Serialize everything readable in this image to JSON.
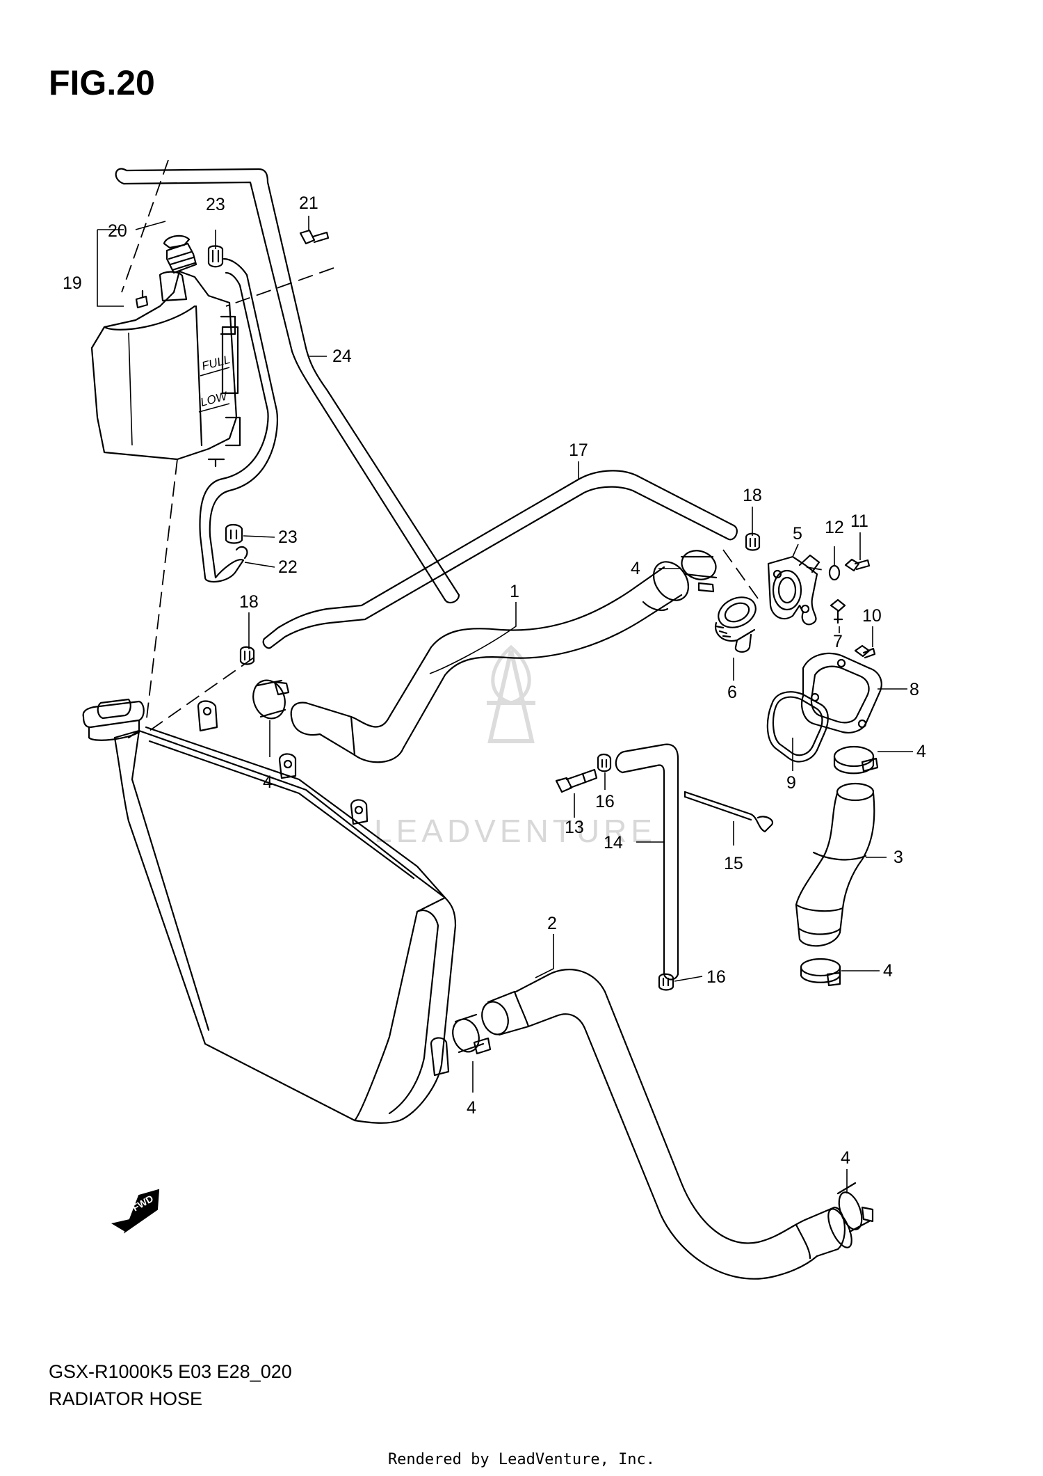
{
  "figure": {
    "title": "FIG.20",
    "model_code": "GSX-R1000K5 E03 E28_020",
    "section_name": "RADIATOR HOSE",
    "rendered_by": "Rendered by LeadVenture, Inc.",
    "watermark": "LEADVENTURE",
    "forward_marker": "FWD",
    "reservoir_marks": {
      "full": "FULL",
      "low": "LOW"
    }
  },
  "callouts": {
    "c1": "1",
    "c2": "2",
    "c3": "3",
    "c4a": "4",
    "c4b": "4",
    "c4c": "4",
    "c4d": "4",
    "c4e": "4",
    "c4f": "4",
    "c5": "5",
    "c6": "6",
    "c7": "7",
    "c8": "8",
    "c9": "9",
    "c10": "10",
    "c11": "11",
    "c12": "12",
    "c13": "13",
    "c14": "14",
    "c15": "15",
    "c16a": "16",
    "c16b": "16",
    "c17": "17",
    "c18a": "18",
    "c18b": "18",
    "c19": "19",
    "c20": "20",
    "c21": "21",
    "c22": "22",
    "c23a": "23",
    "c23b": "23",
    "c24": "24"
  }
}
